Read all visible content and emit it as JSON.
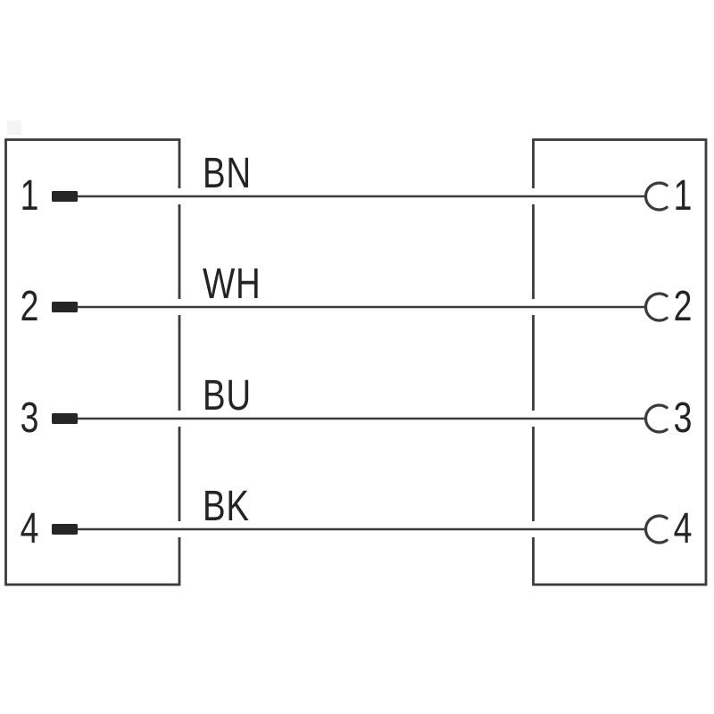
{
  "diagram": {
    "type": "cable-wiring-pinout",
    "left_connector": {
      "pin_count": 4,
      "terminal_style": "filled-blade"
    },
    "right_connector": {
      "pin_count": 4,
      "terminal_style": "open-socket-arc"
    },
    "wires": [
      {
        "left_pin": "1",
        "right_pin": "1",
        "color_code": "BN"
      },
      {
        "left_pin": "2",
        "right_pin": "2",
        "color_code": "WH"
      },
      {
        "left_pin": "3",
        "right_pin": "3",
        "color_code": "BU"
      },
      {
        "left_pin": "4",
        "right_pin": "4",
        "color_code": "BK"
      }
    ],
    "colors": {
      "line": "#3b3b3b",
      "text": "#242424",
      "terminal_fill": "#262626",
      "background": "#ffffff",
      "artifact": "#f4f4f4"
    }
  }
}
